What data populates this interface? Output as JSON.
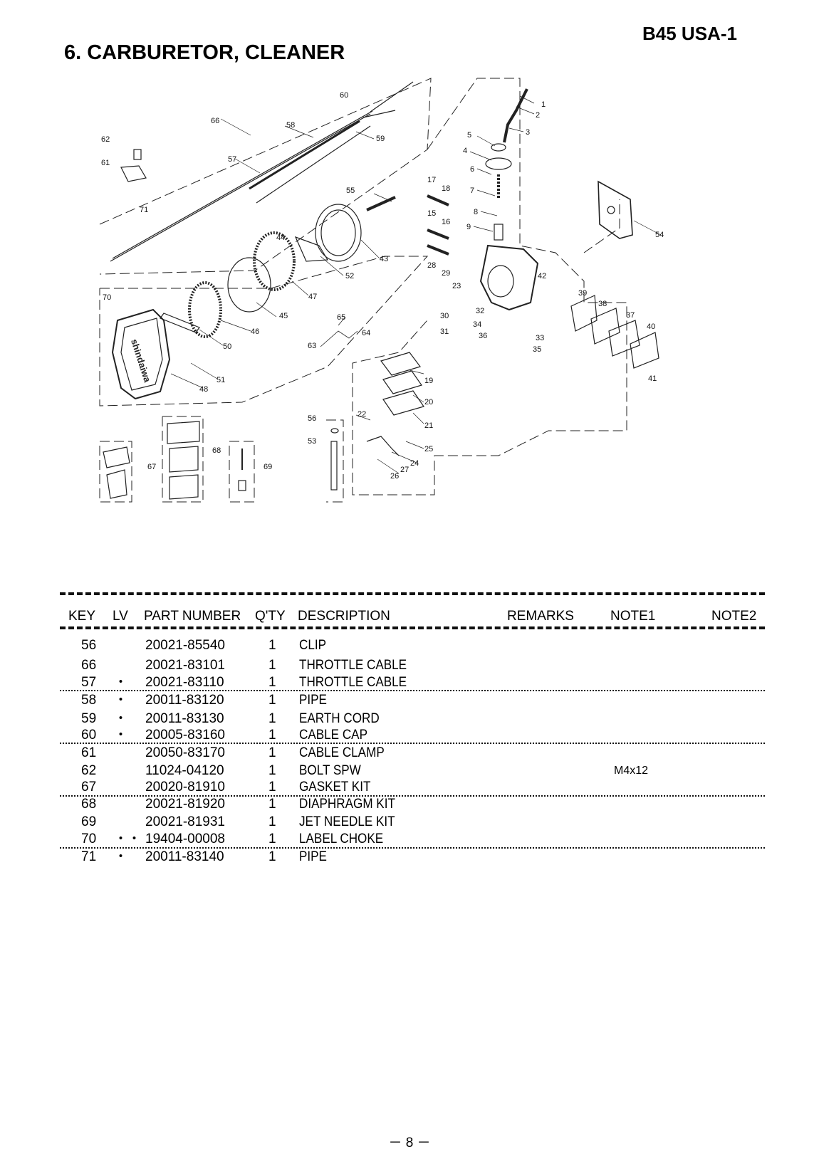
{
  "header": {
    "model_code": "B45 USA-1",
    "section_title": "6. CARBURETOR, CLEANER"
  },
  "diagram": {
    "brand_text": "shindaiwa",
    "callouts": [
      "1",
      "2",
      "3",
      "4",
      "5",
      "6",
      "7",
      "8",
      "9",
      "15",
      "16",
      "17",
      "18",
      "19",
      "20",
      "21",
      "22",
      "23",
      "24",
      "25",
      "26",
      "27",
      "28",
      "29",
      "30",
      "31",
      "32",
      "33",
      "34",
      "35",
      "36",
      "37",
      "38",
      "39",
      "40",
      "41",
      "42",
      "43",
      "44",
      "45",
      "46",
      "47",
      "48",
      "50",
      "51",
      "52",
      "53",
      "54",
      "55",
      "56",
      "57",
      "58",
      "59",
      "60",
      "61",
      "62",
      "63",
      "64",
      "65",
      "66",
      "67",
      "68",
      "69",
      "70",
      "71"
    ]
  },
  "table": {
    "columns": {
      "key": "KEY",
      "lv": "LV",
      "part_number": "PART NUMBER",
      "qty": "Q'TY",
      "description": "DESCRIPTION",
      "remarks": "REMARKS",
      "note1": "NOTE1",
      "note2": "NOTE2"
    },
    "rows": [
      {
        "key": "56",
        "lv": "",
        "part_number": "20021-85540",
        "qty": "1",
        "description": "CLIP",
        "remarks": "",
        "note1": "",
        "note2": ""
      },
      {
        "key": "66",
        "lv": "",
        "part_number": "20021-83101",
        "qty": "1",
        "description": "THROTTLE CABLE",
        "remarks": "",
        "note1": "",
        "note2": ""
      },
      {
        "key": "57",
        "lv": "・",
        "part_number": "20021-83110",
        "qty": "1",
        "description": "THROTTLE CABLE",
        "remarks": "",
        "note1": "",
        "note2": ""
      },
      {
        "key": "58",
        "lv": "・",
        "part_number": "20011-83120",
        "qty": "1",
        "description": "PIPE",
        "remarks": "",
        "note1": "",
        "note2": ""
      },
      {
        "key": "59",
        "lv": "・",
        "part_number": "20011-83130",
        "qty": "1",
        "description": "EARTH CORD",
        "remarks": "",
        "note1": "",
        "note2": ""
      },
      {
        "key": "60",
        "lv": "・",
        "part_number": "20005-83160",
        "qty": "1",
        "description": "CABLE CAP",
        "remarks": "",
        "note1": "",
        "note2": ""
      },
      {
        "key": "61",
        "lv": "",
        "part_number": "20050-83170",
        "qty": "1",
        "description": "CABLE CLAMP",
        "remarks": "",
        "note1": "",
        "note2": ""
      },
      {
        "key": "62",
        "lv": "",
        "part_number": "11024-04120",
        "qty": "1",
        "description": "BOLT SPW",
        "remarks": "",
        "note1": "M4x12",
        "note2": ""
      },
      {
        "key": "67",
        "lv": "",
        "part_number": "20020-81910",
        "qty": "1",
        "description": "GASKET KIT",
        "remarks": "",
        "note1": "",
        "note2": ""
      },
      {
        "key": "68",
        "lv": "",
        "part_number": "20021-81920",
        "qty": "1",
        "description": "DIAPHRAGM KIT",
        "remarks": "",
        "note1": "",
        "note2": ""
      },
      {
        "key": "69",
        "lv": "",
        "part_number": "20021-81931",
        "qty": "1",
        "description": "JET NEEDLE KIT",
        "remarks": "",
        "note1": "",
        "note2": ""
      },
      {
        "key": "70",
        "lv": "・・",
        "part_number": "19404-00008",
        "qty": "1",
        "description": "LABEL CHOKE",
        "remarks": "",
        "note1": "",
        "note2": ""
      },
      {
        "key": "71",
        "lv": "・",
        "part_number": "20011-83140",
        "qty": "1",
        "description": "PIPE",
        "remarks": "",
        "note1": "",
        "note2": ""
      }
    ]
  },
  "footer": {
    "page_number": "－ 8 －"
  }
}
